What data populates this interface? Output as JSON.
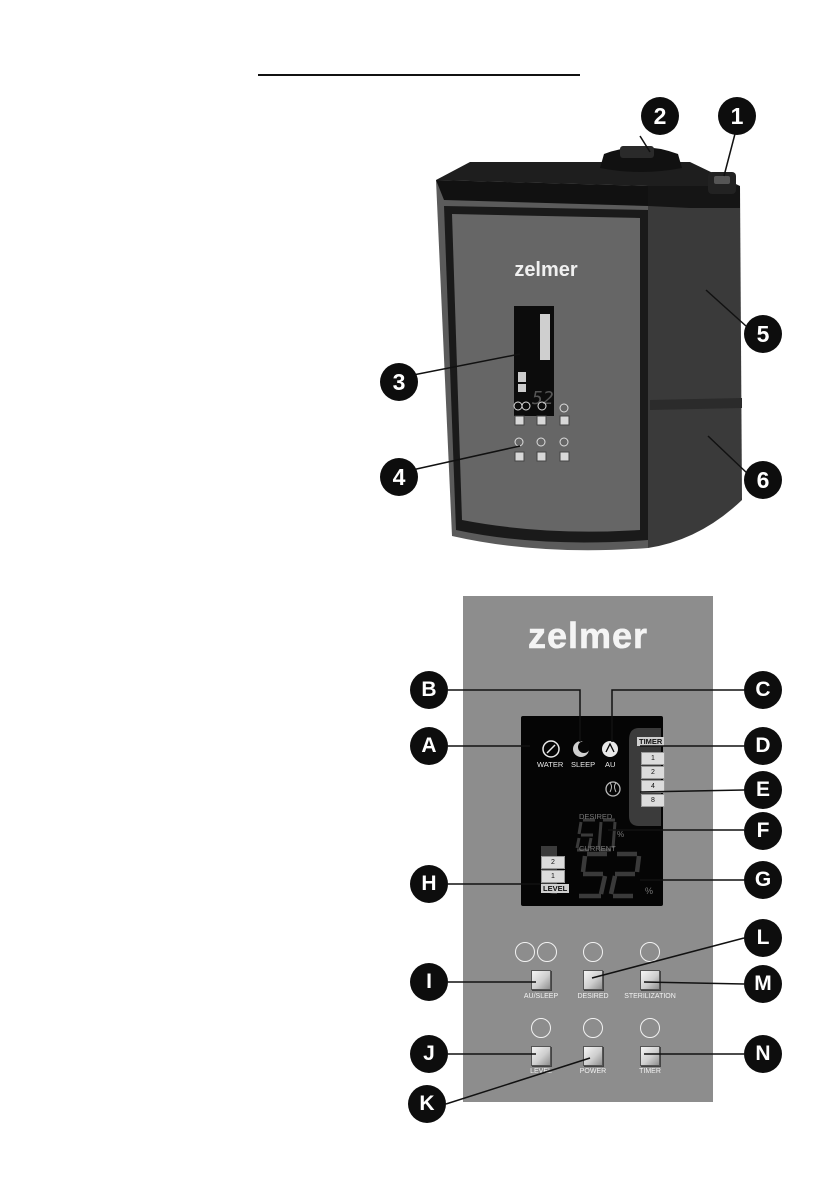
{
  "top": {
    "brand": "zelmer"
  },
  "device_callouts": [
    "1",
    "2",
    "3",
    "4",
    "5",
    "6"
  ],
  "panel": {
    "brand": "zelmer",
    "lcd": {
      "water": "WATER",
      "sleep": "SLEEP",
      "au": "AU",
      "timer": "TIMER",
      "timer_values": [
        "1",
        "2",
        "4",
        "8"
      ],
      "desired": "DESIRED",
      "desired_value": "60",
      "current": "CURRENT",
      "current_value": "52",
      "percent": "%",
      "level_values": [
        "2",
        "1"
      ],
      "level": "LEVEL"
    },
    "buttons": {
      "au_sleep": "AU/SLEEP",
      "desired": "DESIRED",
      "sterilization": "STERILIZATION",
      "level": "LEVEL",
      "power": "POWER",
      "timer": "TIMER"
    }
  },
  "panel_callouts": [
    "A",
    "B",
    "C",
    "D",
    "E",
    "F",
    "G",
    "H",
    "I",
    "J",
    "K",
    "L",
    "M",
    "N"
  ]
}
